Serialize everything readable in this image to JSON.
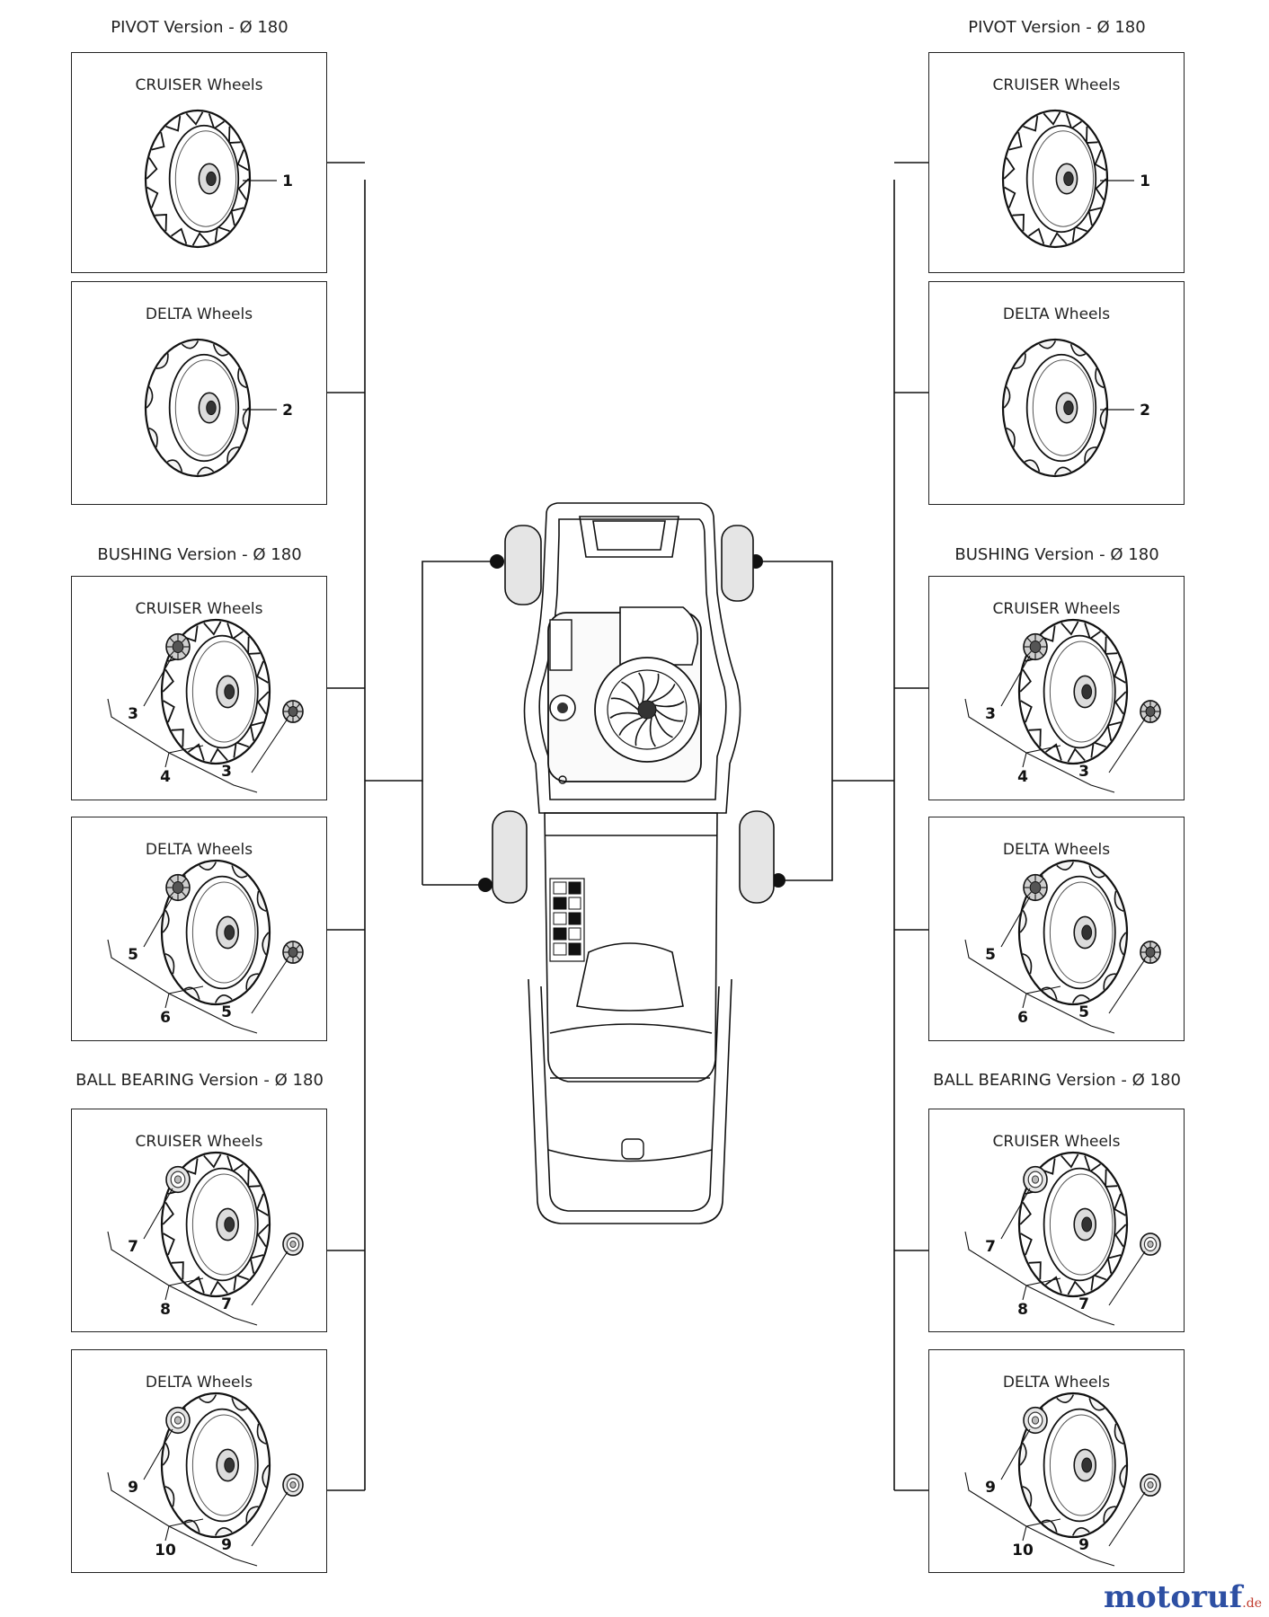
{
  "sections": [
    {
      "title": "PIVOT Version - Ø 180"
    },
    {
      "title": "BUSHING Version - Ø 180"
    },
    {
      "title": "BALL BEARING Version - Ø 180"
    }
  ],
  "panels": {
    "left": [
      {
        "title": "CRUISER Wheels",
        "style": "cruiser",
        "kind": "single",
        "part": "1"
      },
      {
        "title": "DELTA Wheels",
        "style": "delta",
        "kind": "single",
        "part": "2"
      },
      {
        "title": "CRUISER Wheels",
        "style": "cruiser",
        "kind": "bush",
        "bearing": "3",
        "wheel": "4"
      },
      {
        "title": "DELTA Wheels",
        "style": "delta",
        "kind": "bush",
        "bearing": "5",
        "wheel": "6"
      },
      {
        "title": "CRUISER Wheels",
        "style": "cruiser",
        "kind": "ball",
        "bearing": "7",
        "wheel": "8"
      },
      {
        "title": "DELTA Wheels",
        "style": "delta",
        "kind": "ball",
        "bearing": "9",
        "wheel": "10"
      }
    ],
    "right": [
      {
        "title": "CRUISER Wheels",
        "style": "cruiser",
        "kind": "single",
        "part": "1"
      },
      {
        "title": "DELTA Wheels",
        "style": "delta",
        "kind": "single",
        "part": "2"
      },
      {
        "title": "CRUISER Wheels",
        "style": "cruiser",
        "kind": "bush",
        "bearing": "3",
        "wheel": "4"
      },
      {
        "title": "DELTA Wheels",
        "style": "delta",
        "kind": "bush",
        "bearing": "5",
        "wheel": "6"
      },
      {
        "title": "CRUISER Wheels",
        "style": "cruiser",
        "kind": "ball",
        "bearing": "7",
        "wheel": "8"
      },
      {
        "title": "DELTA Wheels",
        "style": "delta",
        "kind": "ball",
        "bearing": "9",
        "wheel": "10"
      }
    ]
  },
  "watermark": {
    "name": "motoruf",
    "tld": ".de"
  }
}
